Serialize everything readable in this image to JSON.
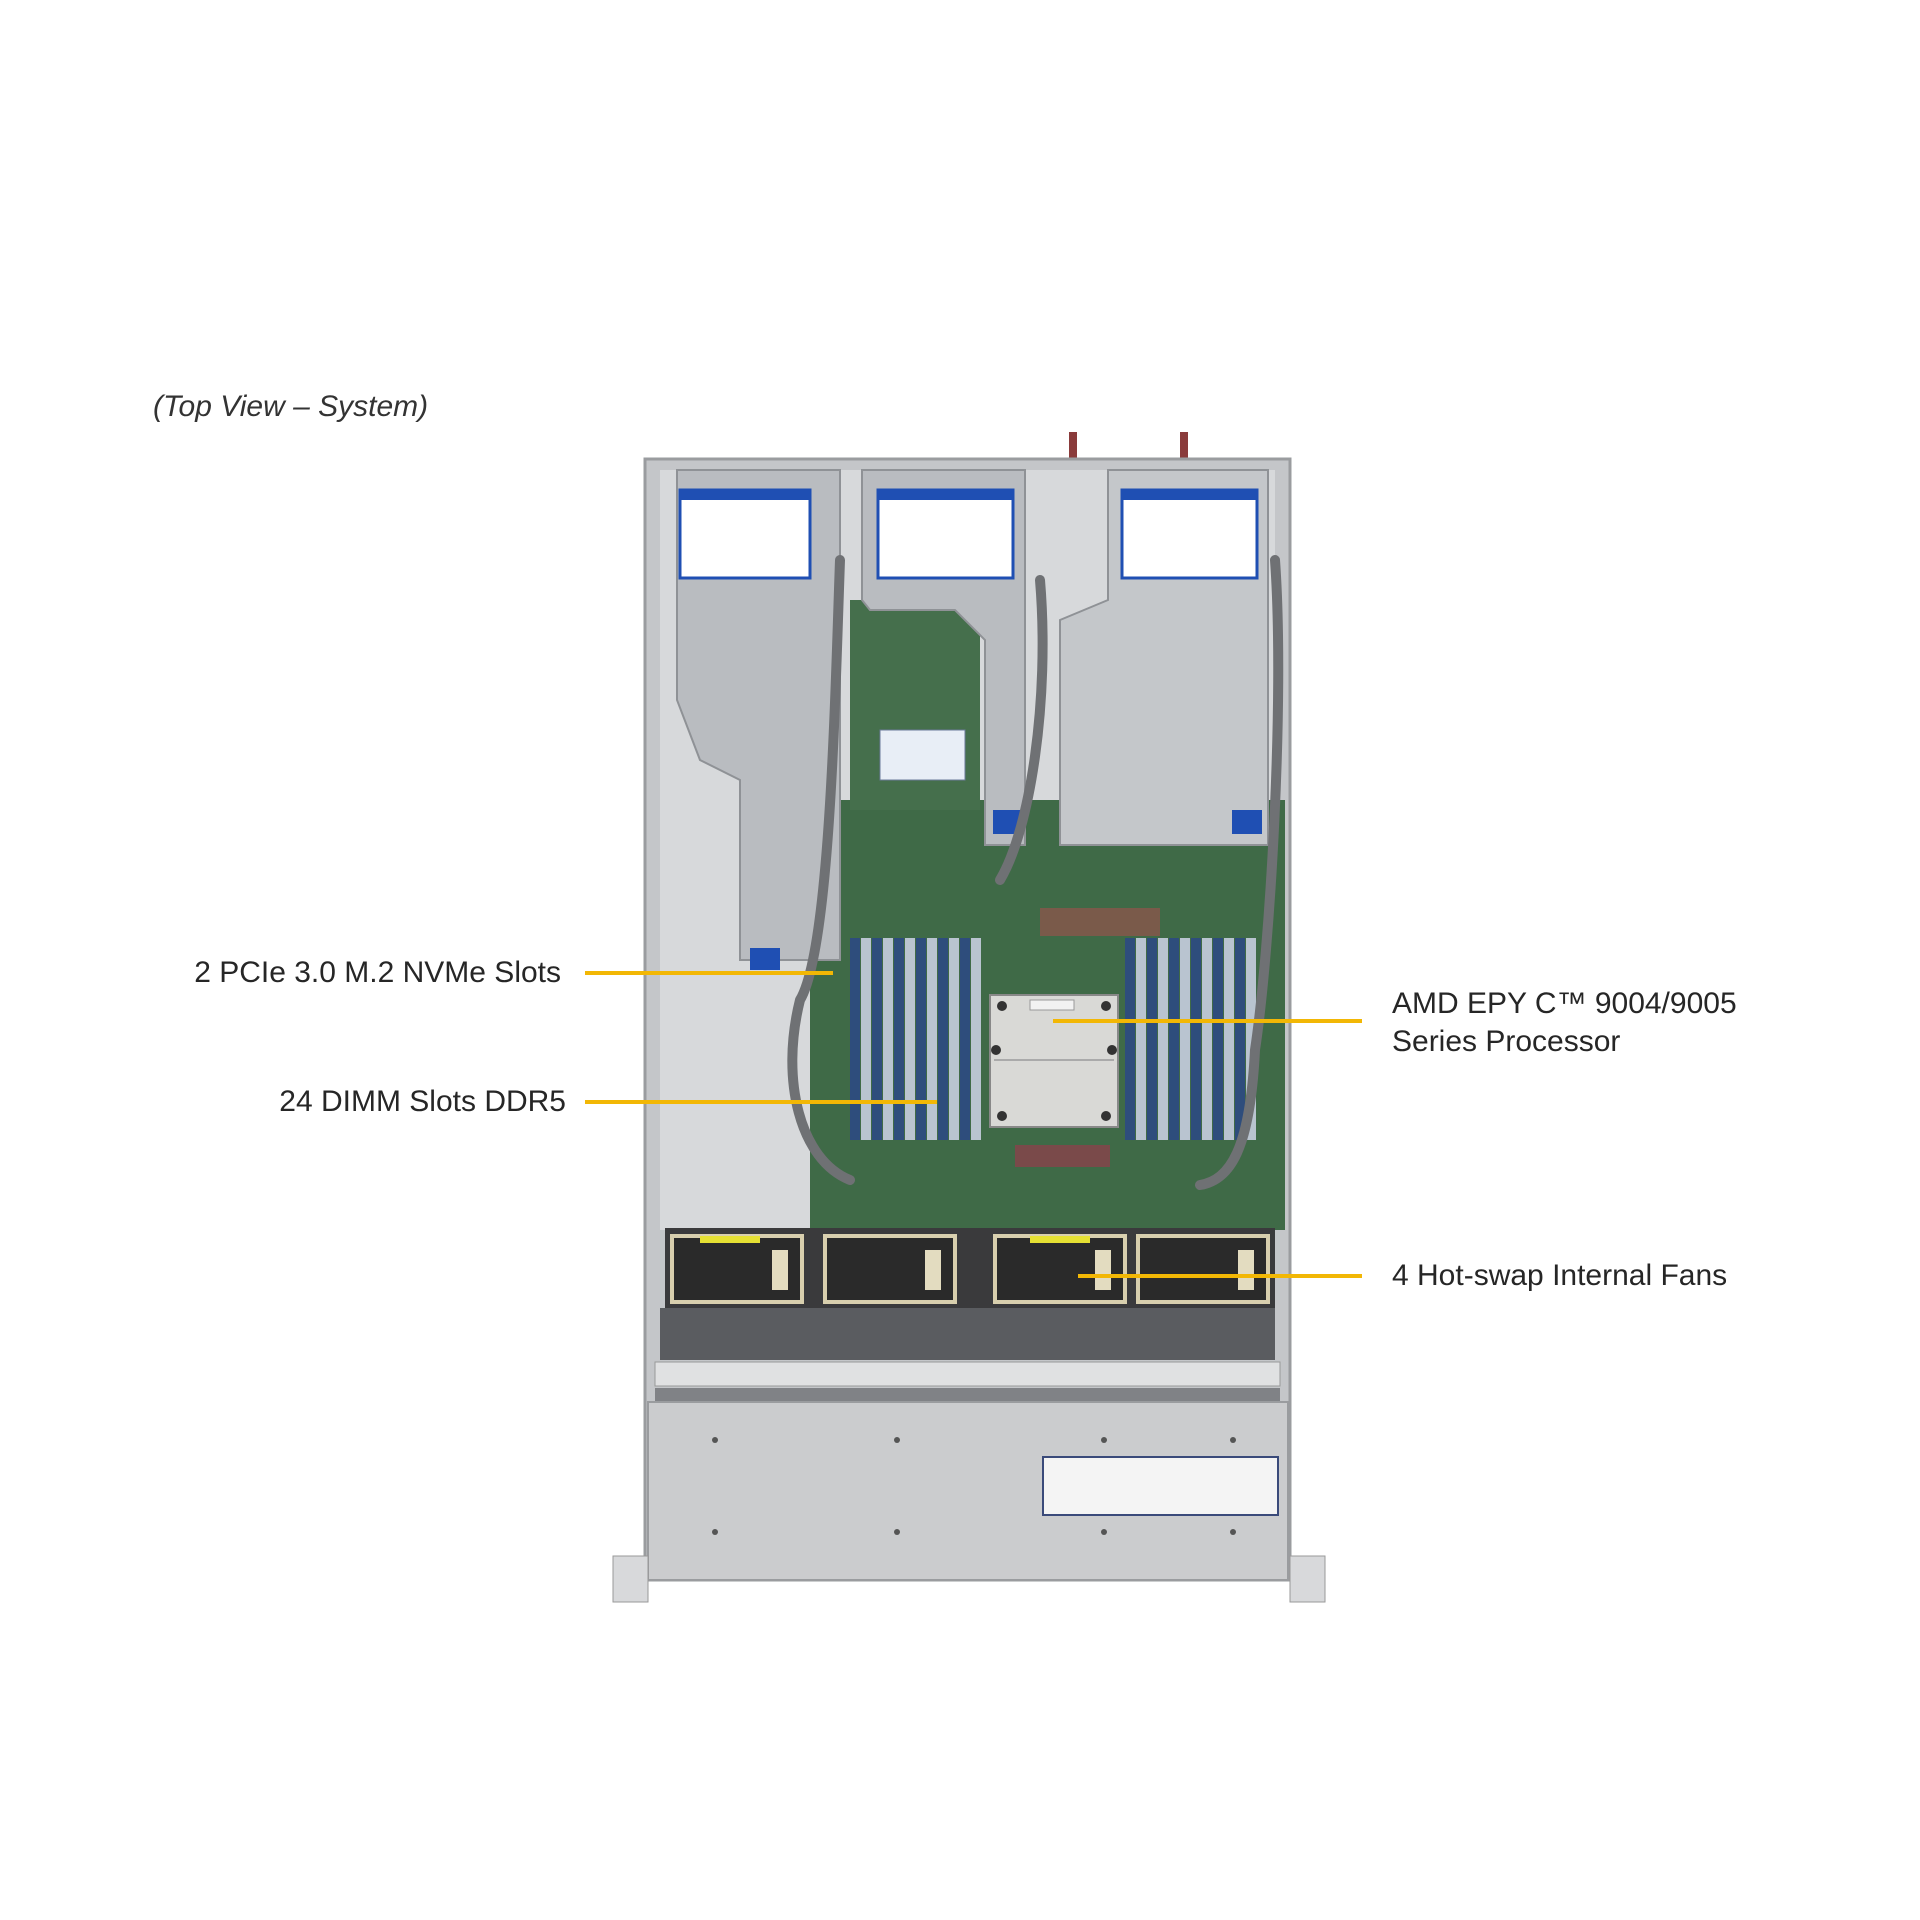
{
  "caption": "(Top View – System)",
  "callouts": {
    "m2": "2 PCIe 3.0 M.2 NVMe Slots",
    "dimm": "24 DIMM Slots DDR5",
    "cpu_line1": "AMD EPY C™ 9004/9005",
    "cpu_line2": "Series Processor",
    "fans": "4 Hot-swap Internal Fans"
  },
  "colors": {
    "callout_line": "#f2b705",
    "motherboard": "#3f6a47",
    "dimm_slot": "#2e4d7c",
    "riser_label": "#1f4fb3"
  }
}
